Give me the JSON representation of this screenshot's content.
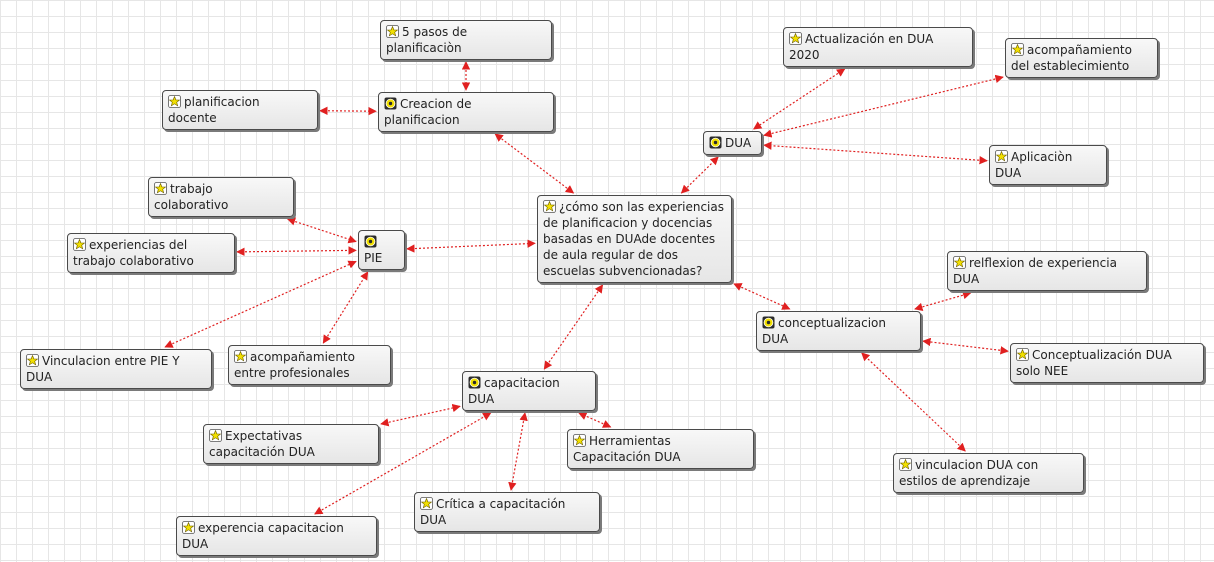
{
  "colors": {
    "link": "#e02020",
    "node_border": "#4a4a4a",
    "icon_fill": "#f2e000"
  },
  "nodes": [
    {
      "id": "center",
      "label": "¿cómo son las experiencias de planificacion y docencias basadas en DUAde docentes de aula regular de dos escuelas subvencionadas?",
      "icon": "quotation-icon"
    },
    {
      "id": "pasos",
      "label": "5 pasos de planificaciòn",
      "icon": "quotation-icon"
    },
    {
      "id": "creacion",
      "label": "Creacion de planificacion",
      "icon": "code-icon"
    },
    {
      "id": "plan_doc",
      "label": "planificacion docente",
      "icon": "quotation-icon"
    },
    {
      "id": "trabajo",
      "label": "trabajo colaborativo",
      "icon": "quotation-icon"
    },
    {
      "id": "pie",
      "label": "PIE",
      "icon": "code-icon"
    },
    {
      "id": "exp_trabajo",
      "label": "experiencias del trabajo colaborativo",
      "icon": "quotation-icon"
    },
    {
      "id": "vinc_pie",
      "label": "Vinculacion entre PIE Y DUA",
      "icon": "quotation-icon"
    },
    {
      "id": "acomp_prof",
      "label": "acompañamiento entre profesionales",
      "icon": "quotation-icon"
    },
    {
      "id": "capacitacion",
      "label": "capacitacion DUA",
      "icon": "code-icon"
    },
    {
      "id": "expectativas",
      "label": "Expectativas capacitación DUA",
      "icon": "quotation-icon"
    },
    {
      "id": "herramientas",
      "label": "Herramientas Capacitación DUA",
      "icon": "quotation-icon"
    },
    {
      "id": "critica",
      "label": "Crítica a capacitación DUA",
      "icon": "quotation-icon"
    },
    {
      "id": "exp_cap",
      "label": "experencia capacitacion DUA",
      "icon": "quotation-icon"
    },
    {
      "id": "dua",
      "label": "DUA",
      "icon": "code-icon"
    },
    {
      "id": "actualizacion",
      "label": "Actualización en DUA 2020",
      "icon": "quotation-icon"
    },
    {
      "id": "acomp_est",
      "label": "acompañamiento del establecimiento",
      "icon": "quotation-icon"
    },
    {
      "id": "aplicacion",
      "label": "Aplicaciòn DUA",
      "icon": "quotation-icon"
    },
    {
      "id": "conceptual",
      "label": "conceptualizacion DUA",
      "icon": "code-icon"
    },
    {
      "id": "reflexion",
      "label": "relflexion de experiencia DUA",
      "icon": "quotation-icon"
    },
    {
      "id": "concept_nee",
      "label": "Conceptualización DUA solo NEE",
      "icon": "quotation-icon"
    },
    {
      "id": "vinc_estilos",
      "label": "vinculacion DUA con estilos de aprendizaje",
      "icon": "quotation-icon"
    }
  ],
  "links": [
    {
      "from": "pasos",
      "to": "creacion"
    },
    {
      "from": "plan_doc",
      "to": "creacion"
    },
    {
      "from": "creacion",
      "to": "center"
    },
    {
      "from": "pie",
      "to": "center"
    },
    {
      "from": "trabajo",
      "to": "pie"
    },
    {
      "from": "exp_trabajo",
      "to": "pie"
    },
    {
      "from": "vinc_pie",
      "to": "pie"
    },
    {
      "from": "acomp_prof",
      "to": "pie"
    },
    {
      "from": "center",
      "to": "capacitacion"
    },
    {
      "from": "expectativas",
      "to": "capacitacion"
    },
    {
      "from": "exp_cap",
      "to": "capacitacion"
    },
    {
      "from": "critica",
      "to": "capacitacion"
    },
    {
      "from": "herramientas",
      "to": "capacitacion"
    },
    {
      "from": "center",
      "to": "dua"
    },
    {
      "from": "actualizacion",
      "to": "dua"
    },
    {
      "from": "acomp_est",
      "to": "dua"
    },
    {
      "from": "aplicacion",
      "to": "dua"
    },
    {
      "from": "center",
      "to": "conceptual"
    },
    {
      "from": "reflexion",
      "to": "conceptual"
    },
    {
      "from": "concept_nee",
      "to": "conceptual"
    },
    {
      "from": "vinc_estilos",
      "to": "conceptual"
    }
  ]
}
